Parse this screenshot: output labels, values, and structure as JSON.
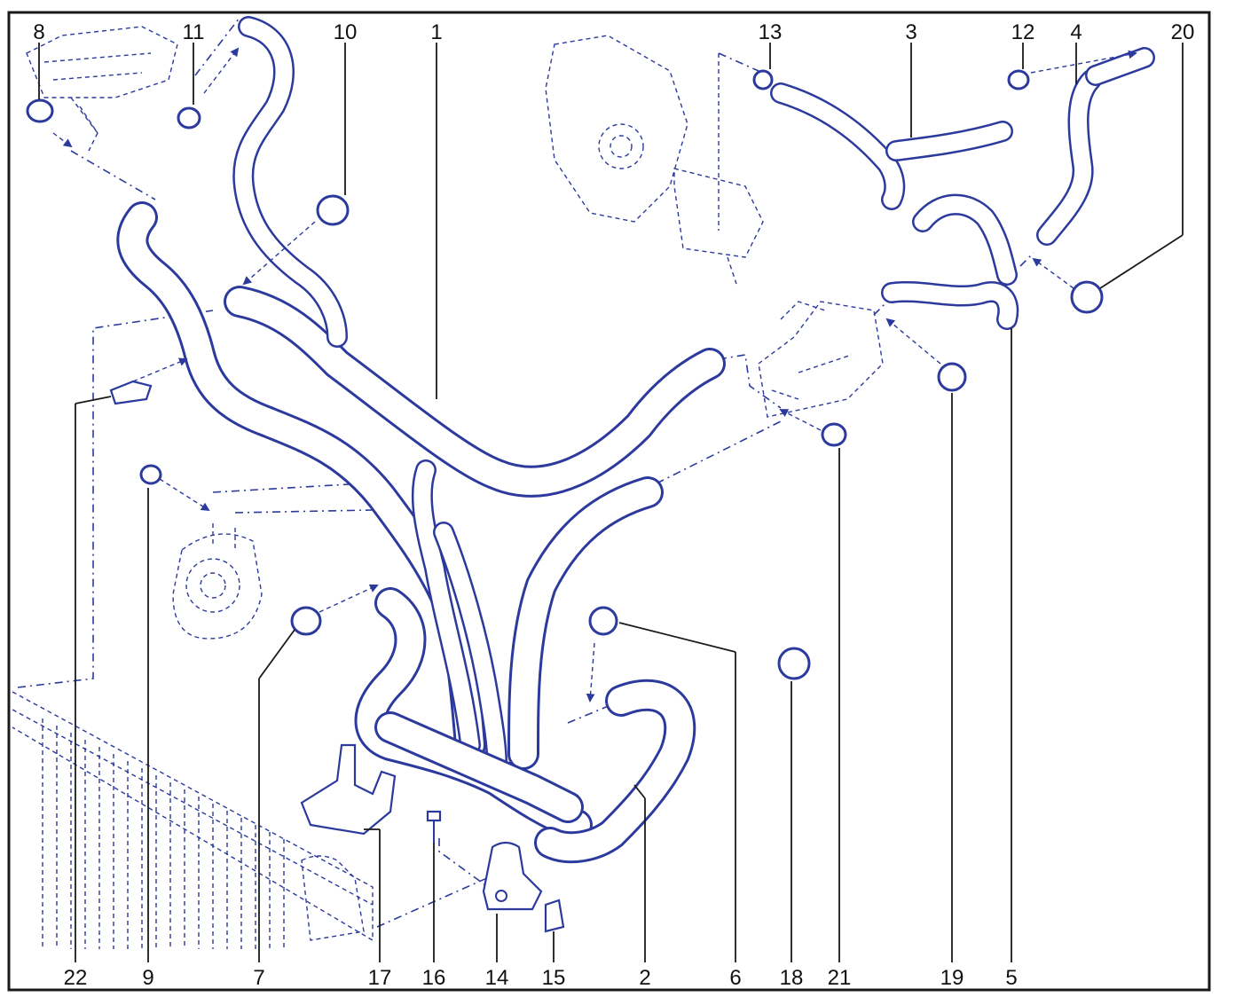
{
  "colors": {
    "ink": "#2b3a9c",
    "labels": "#111111",
    "background": "#ffffff"
  },
  "callouts": {
    "c1": "1",
    "c2": "2",
    "c3": "3",
    "c4": "4",
    "c5": "5",
    "c6": "6",
    "c7": "7",
    "c8": "8",
    "c9": "9",
    "c10": "10",
    "c11": "11",
    "c12": "12",
    "c13": "13",
    "c14": "14",
    "c15": "15",
    "c16": "16",
    "c17": "17",
    "c18": "18",
    "c19": "19",
    "c20": "20",
    "c21": "21",
    "c22": "22"
  }
}
